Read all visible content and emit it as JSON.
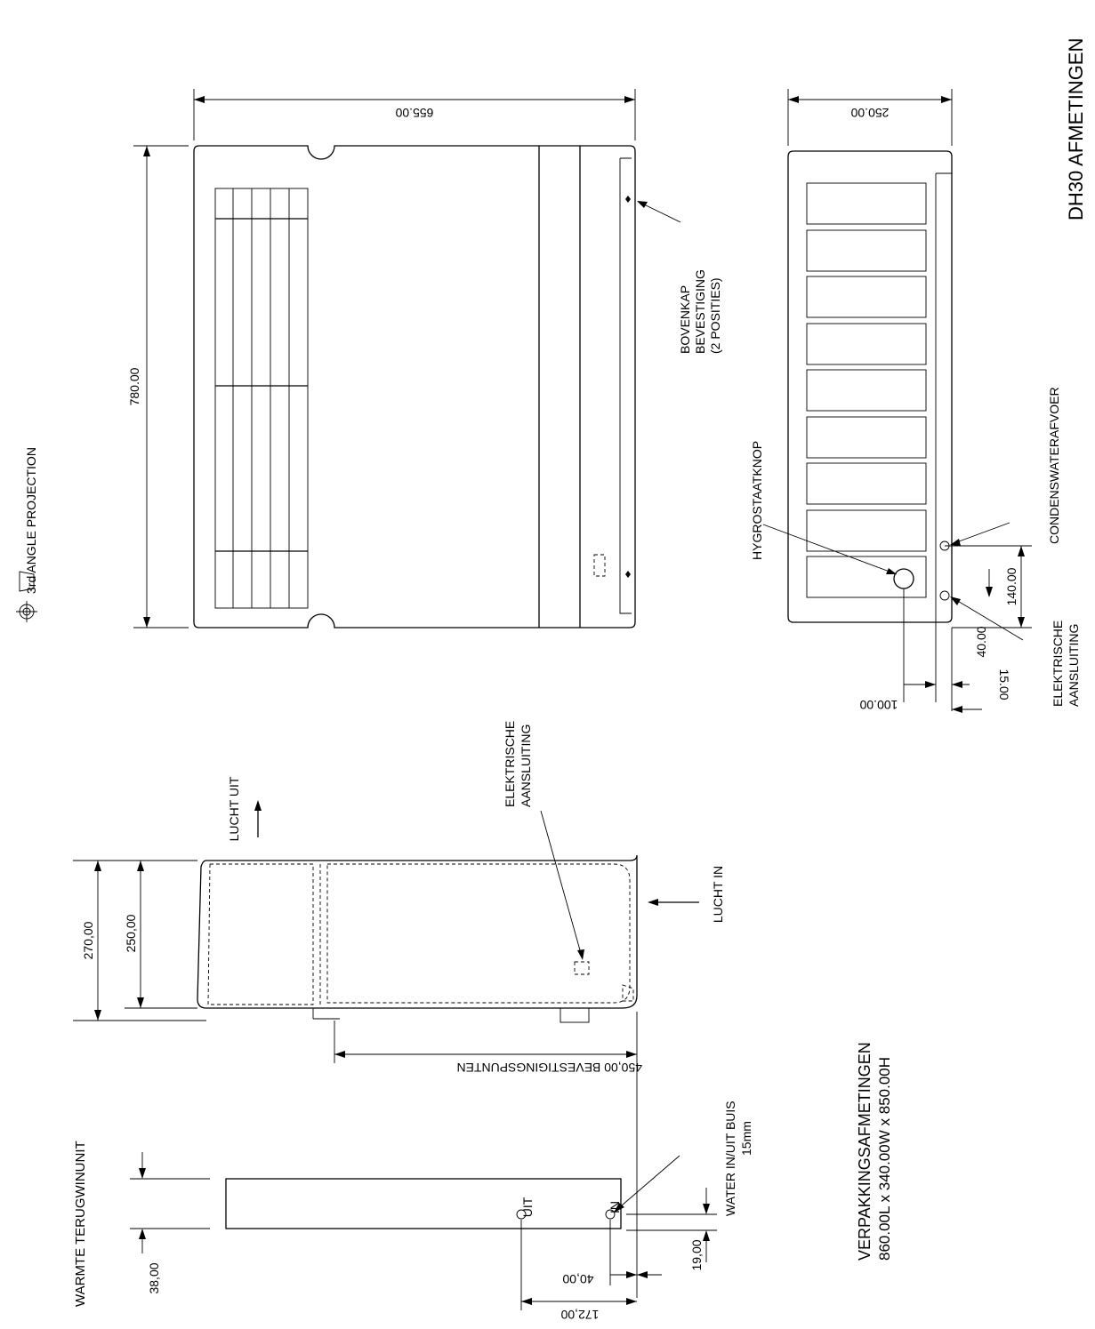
{
  "title": "DH30 AFMETINGEN",
  "projection": "3rd ANGLE PROJECTION",
  "top_view": {
    "width_dim": "655.00",
    "depth_dim": "780.00",
    "label_line1": "BOVENKAP",
    "label_line2": "BEVESTIGING",
    "label_line3": "(2 POSITIES)"
  },
  "front_view": {
    "height_dim": "250.00",
    "hygrostat_label": "HYGROSTAATKNOP",
    "condensate_label": "CONDENSWATERAFVOER",
    "elec_line1": "ELEKTRISCHE",
    "elec_line2": "AANSLUITING",
    "dim_140": "140.00",
    "dim_40": "40.00",
    "dim_15": "15.00",
    "dim_100": "100.00"
  },
  "side_view": {
    "air_out": "LUCHT UIT",
    "air_in": "LUCHT IN",
    "elec_line1": "ELEKTRISCHE",
    "elec_line2": "AANSLUITING",
    "dim_270": "270,00",
    "dim_250": "250,00",
    "dim_450": "450,00 BEVESTIGINGSPUNTEN"
  },
  "heat_recovery": {
    "title": "WARMTE TERUGWINUNIT",
    "dim_38": "38,00",
    "port_out": "UIT",
    "port_in": "IN",
    "water_line1": "WATER IN/UIT BUIS",
    "water_line2": "15mm",
    "dim_19": "19,00",
    "dim_40": "40,00",
    "dim_172": "172,00"
  },
  "packaging": {
    "title": "VERPAKKINGSAFMETINGEN",
    "dims": "860.00L x 340.00W x 850.00H"
  }
}
